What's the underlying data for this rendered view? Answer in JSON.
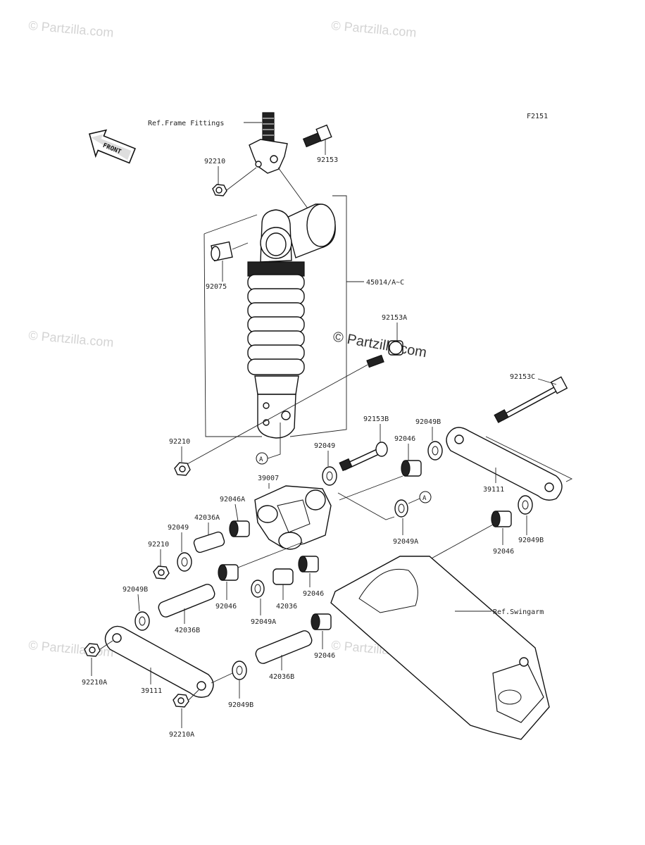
{
  "diagram_id": "F2151",
  "watermark": "© Partzilla.com",
  "front_marker": "FRONT",
  "callout_a": "A",
  "labels": {
    "ref_frame": "Ref.Frame Fittings",
    "ref_swingarm": "Ref.Swingarm",
    "p92153": "92153",
    "p92210_top": "92210",
    "p92075": "92075",
    "p45014": "45014/A~C",
    "p92153A": "92153A",
    "p92153C": "92153C",
    "p92210_mid": "92210",
    "p92153B": "92153B",
    "p92049B_top": "92049B",
    "p92049_top": "92049",
    "p92046_top": "92046",
    "p39007": "39007",
    "p39111_right": "39111",
    "p92046A": "92046A",
    "p42036A": "42036A",
    "p92049A_right": "92049A",
    "p92049B_right": "92049B",
    "p92046_right": "92046",
    "p92049_left": "92049",
    "p92210_left": "92210",
    "p92049B_left": "92049B",
    "p92046_mid": "92046",
    "p42036": "42036",
    "p92046_mid2": "92046",
    "p92049A_mid": "92049A",
    "p42036B_left": "42036B",
    "p92046_low": "92046",
    "p92210A_left": "92210A",
    "p39111_left": "39111",
    "p42036B_low": "42036B",
    "p92049B_low": "92049B",
    "p92210A_low": "92210A"
  }
}
